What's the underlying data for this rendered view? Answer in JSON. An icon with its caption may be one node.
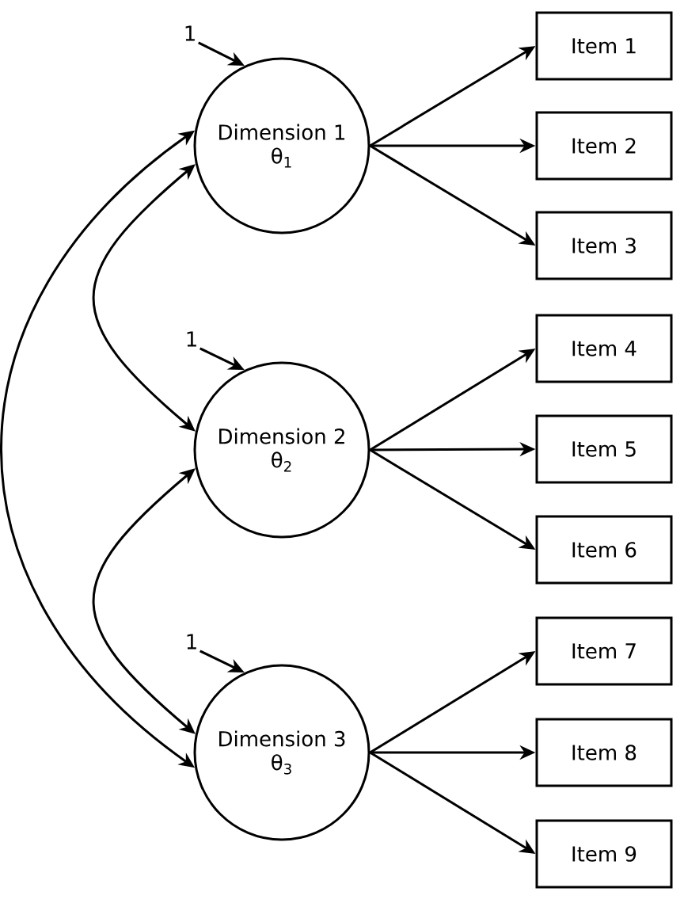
{
  "diagram": {
    "nodes": [
      {
        "text": [
          "1"
        ]
      },
      {
        "text": [
          "Dimension 1",
          "θ$_{1}$"
        ]
      },
      {
        "text": [
          "Item 1"
        ]
      },
      {
        "text": [
          "Item 2"
        ]
      },
      {
        "text": [
          "Item 3"
        ]
      },
      {
        "text": [
          "1"
        ]
      },
      {
        "text": [
          "Dimension 2",
          "θ$_{2}$"
        ]
      },
      {
        "text": [
          "Item 4"
        ]
      },
      {
        "text": [
          "Item 5"
        ]
      },
      {
        "text": [
          "Item 6"
        ]
      },
      {
        "text": [
          "1"
        ]
      },
      {
        "text": [
          "Dimension 3",
          "θ$_{3}$"
        ]
      },
      {
        "text": [
          "Item 7"
        ]
      },
      {
        "text": [
          "Item 8"
        ]
      },
      {
        "text": [
          "Item 9"
        ]
      }
    ],
    "edges": [
      {
        "from": 0,
        "to": 1,
        "arrow": "to"
      },
      {
        "from": 1,
        "to": 2,
        "arrow": "to"
      },
      {
        "from": 1,
        "to": 3,
        "arrow": "to"
      },
      {
        "from": 1,
        "to": 4,
        "arrow": "to"
      },
      {
        "from": 5,
        "to": 6,
        "arrow": "to"
      },
      {
        "from": 6,
        "to": 7,
        "arrow": "to"
      },
      {
        "from": 6,
        "to": 8,
        "arrow": "to"
      },
      {
        "from": 6,
        "to": 9,
        "arrow": "to"
      },
      {
        "from": 10,
        "to": 11,
        "arrow": "to"
      },
      {
        "from": 11,
        "to": 12,
        "arrow": "to"
      },
      {
        "from": 11,
        "to": 13,
        "arrow": "to"
      },
      {
        "from": 11,
        "to": 14,
        "arrow": "to"
      },
      {
        "from": 1,
        "to": 6,
        "arrow": "both"
      },
      {
        "from": 6,
        "to": 11,
        "arrow": "both"
      },
      {
        "from": 1,
        "to": 11,
        "arrow": "both"
      }
    ]
  }
}
